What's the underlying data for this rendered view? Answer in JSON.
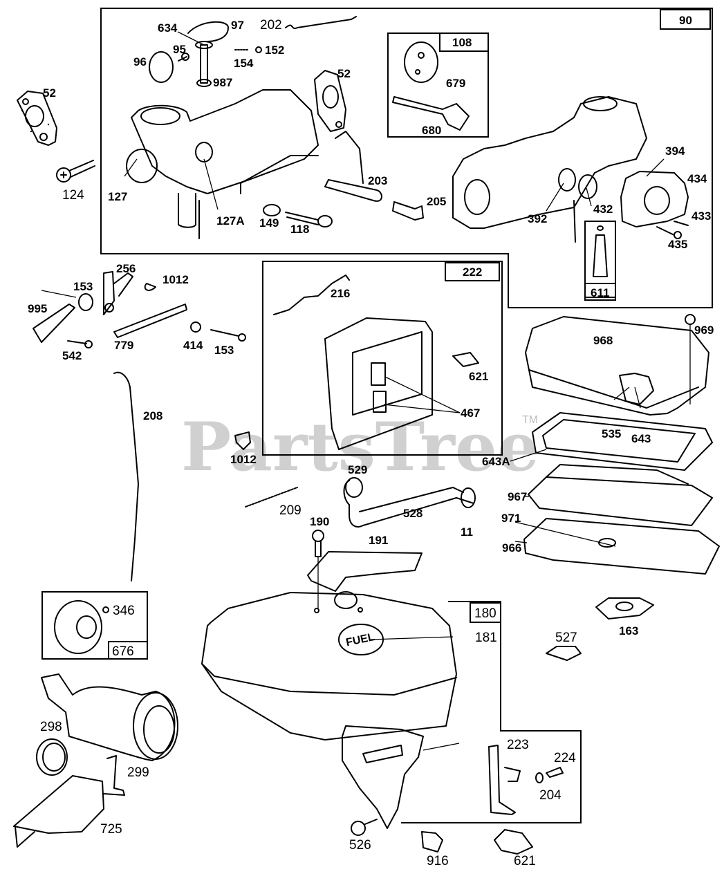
{
  "diagram": {
    "title": "Carburetor, Fuel Tank and Air Cleaner Parts Diagram",
    "watermark": "PartsTree",
    "watermark_tm": "TM",
    "callout_boxes": {
      "box_90": "90",
      "box_108": "108",
      "box_222": "222",
      "box_611": "611",
      "box_676": "676",
      "box_180": "180"
    },
    "fuel_cap_text": "FUEL",
    "labels": {
      "l634": "634",
      "l97": "97",
      "l202": "202",
      "l95": "95",
      "l96": "96",
      "l152": "152",
      "l154": "154",
      "l987": "987",
      "l52a": "52",
      "l52b": "52",
      "l124": "124",
      "l127": "127",
      "l127a": "127A",
      "l149": "149",
      "l118": "118",
      "l203": "203",
      "l205": "205",
      "l679": "679",
      "l680": "680",
      "l394": "394",
      "l434": "434",
      "l392": "392",
      "l432": "432",
      "l433": "433",
      "l435": "435",
      "l256": "256",
      "l153a": "153",
      "l1012a": "1012",
      "l995": "995",
      "l779": "779",
      "l414": "414",
      "l153b": "153",
      "l542": "542",
      "l216": "216",
      "l621a": "621",
      "l467": "467",
      "l208": "208",
      "l1012b": "1012",
      "l969": "969",
      "l968": "968",
      "l535": "535",
      "l643": "643",
      "l643a": "643A",
      "l529": "529",
      "l528": "528",
      "l11": "11",
      "l209": "209",
      "l190": "190",
      "l191": "191",
      "l967": "967",
      "l971": "971",
      "l966": "966",
      "l163": "163",
      "l346": "346",
      "l181": "181",
      "l527": "527",
      "l298": "298",
      "l299": "299",
      "l223": "223",
      "l224": "224",
      "l204": "204",
      "l725": "725",
      "l526": "526",
      "l916": "916",
      "l621b": "621"
    }
  }
}
